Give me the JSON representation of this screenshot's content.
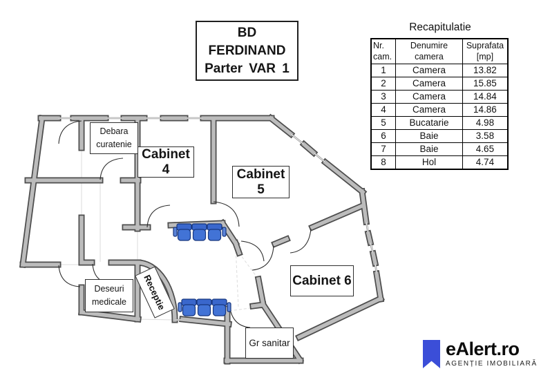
{
  "plan": {
    "title_box": {
      "line1": "BD",
      "line2": "FERDINAND",
      "line3": "Parter VAR 1"
    },
    "rooms": {
      "debara": {
        "line1": "Debara",
        "line2": "curatenie"
      },
      "cabinet4": "Cabinet 4",
      "cabinet5": "Cabinet 5",
      "cabinet6": "Cabinet 6",
      "deseuri": {
        "line1": "Deseuri",
        "line2": "medicale"
      },
      "receptie": "Receptie",
      "gr_sanitar": "Gr sanitar"
    }
  },
  "recap_table": {
    "title": "Recapitulatie",
    "headers": {
      "col1_line1": "Nr.",
      "col1_line2": "cam.",
      "col2_line1": "Denumire",
      "col2_line2": "camera",
      "col3_line1": "Suprafata",
      "col3_line2": "[mp]"
    },
    "rows": [
      {
        "nr": "1",
        "name": "Camera",
        "area": "13.82"
      },
      {
        "nr": "2",
        "name": "Camera",
        "area": "15.85"
      },
      {
        "nr": "3",
        "name": "Camera",
        "area": "14.84"
      },
      {
        "nr": "4",
        "name": "Camera",
        "area": "14.86"
      },
      {
        "nr": "5",
        "name": "Bucatarie",
        "area": "4.98"
      },
      {
        "nr": "6",
        "name": "Baie",
        "area": "3.58"
      },
      {
        "nr": "7",
        "name": "Baie",
        "area": "4.65"
      },
      {
        "nr": "8",
        "name": "Hol",
        "area": "4.74"
      }
    ]
  },
  "logo": {
    "name": "eAlert.ro",
    "tagline": "AGENȚIE IMOBILIARĂ",
    "accent_color": "#3b4ed8"
  },
  "colors": {
    "wall_fill": "#bcbcbc",
    "wall_outline": "#4d4d4d",
    "window_line": "#8f8f8f",
    "chair_blue": "#4273d6",
    "chair_back_blue": "#3a67cc",
    "chair_outline": "#16357d",
    "door_arc": "#2b2b2b"
  }
}
